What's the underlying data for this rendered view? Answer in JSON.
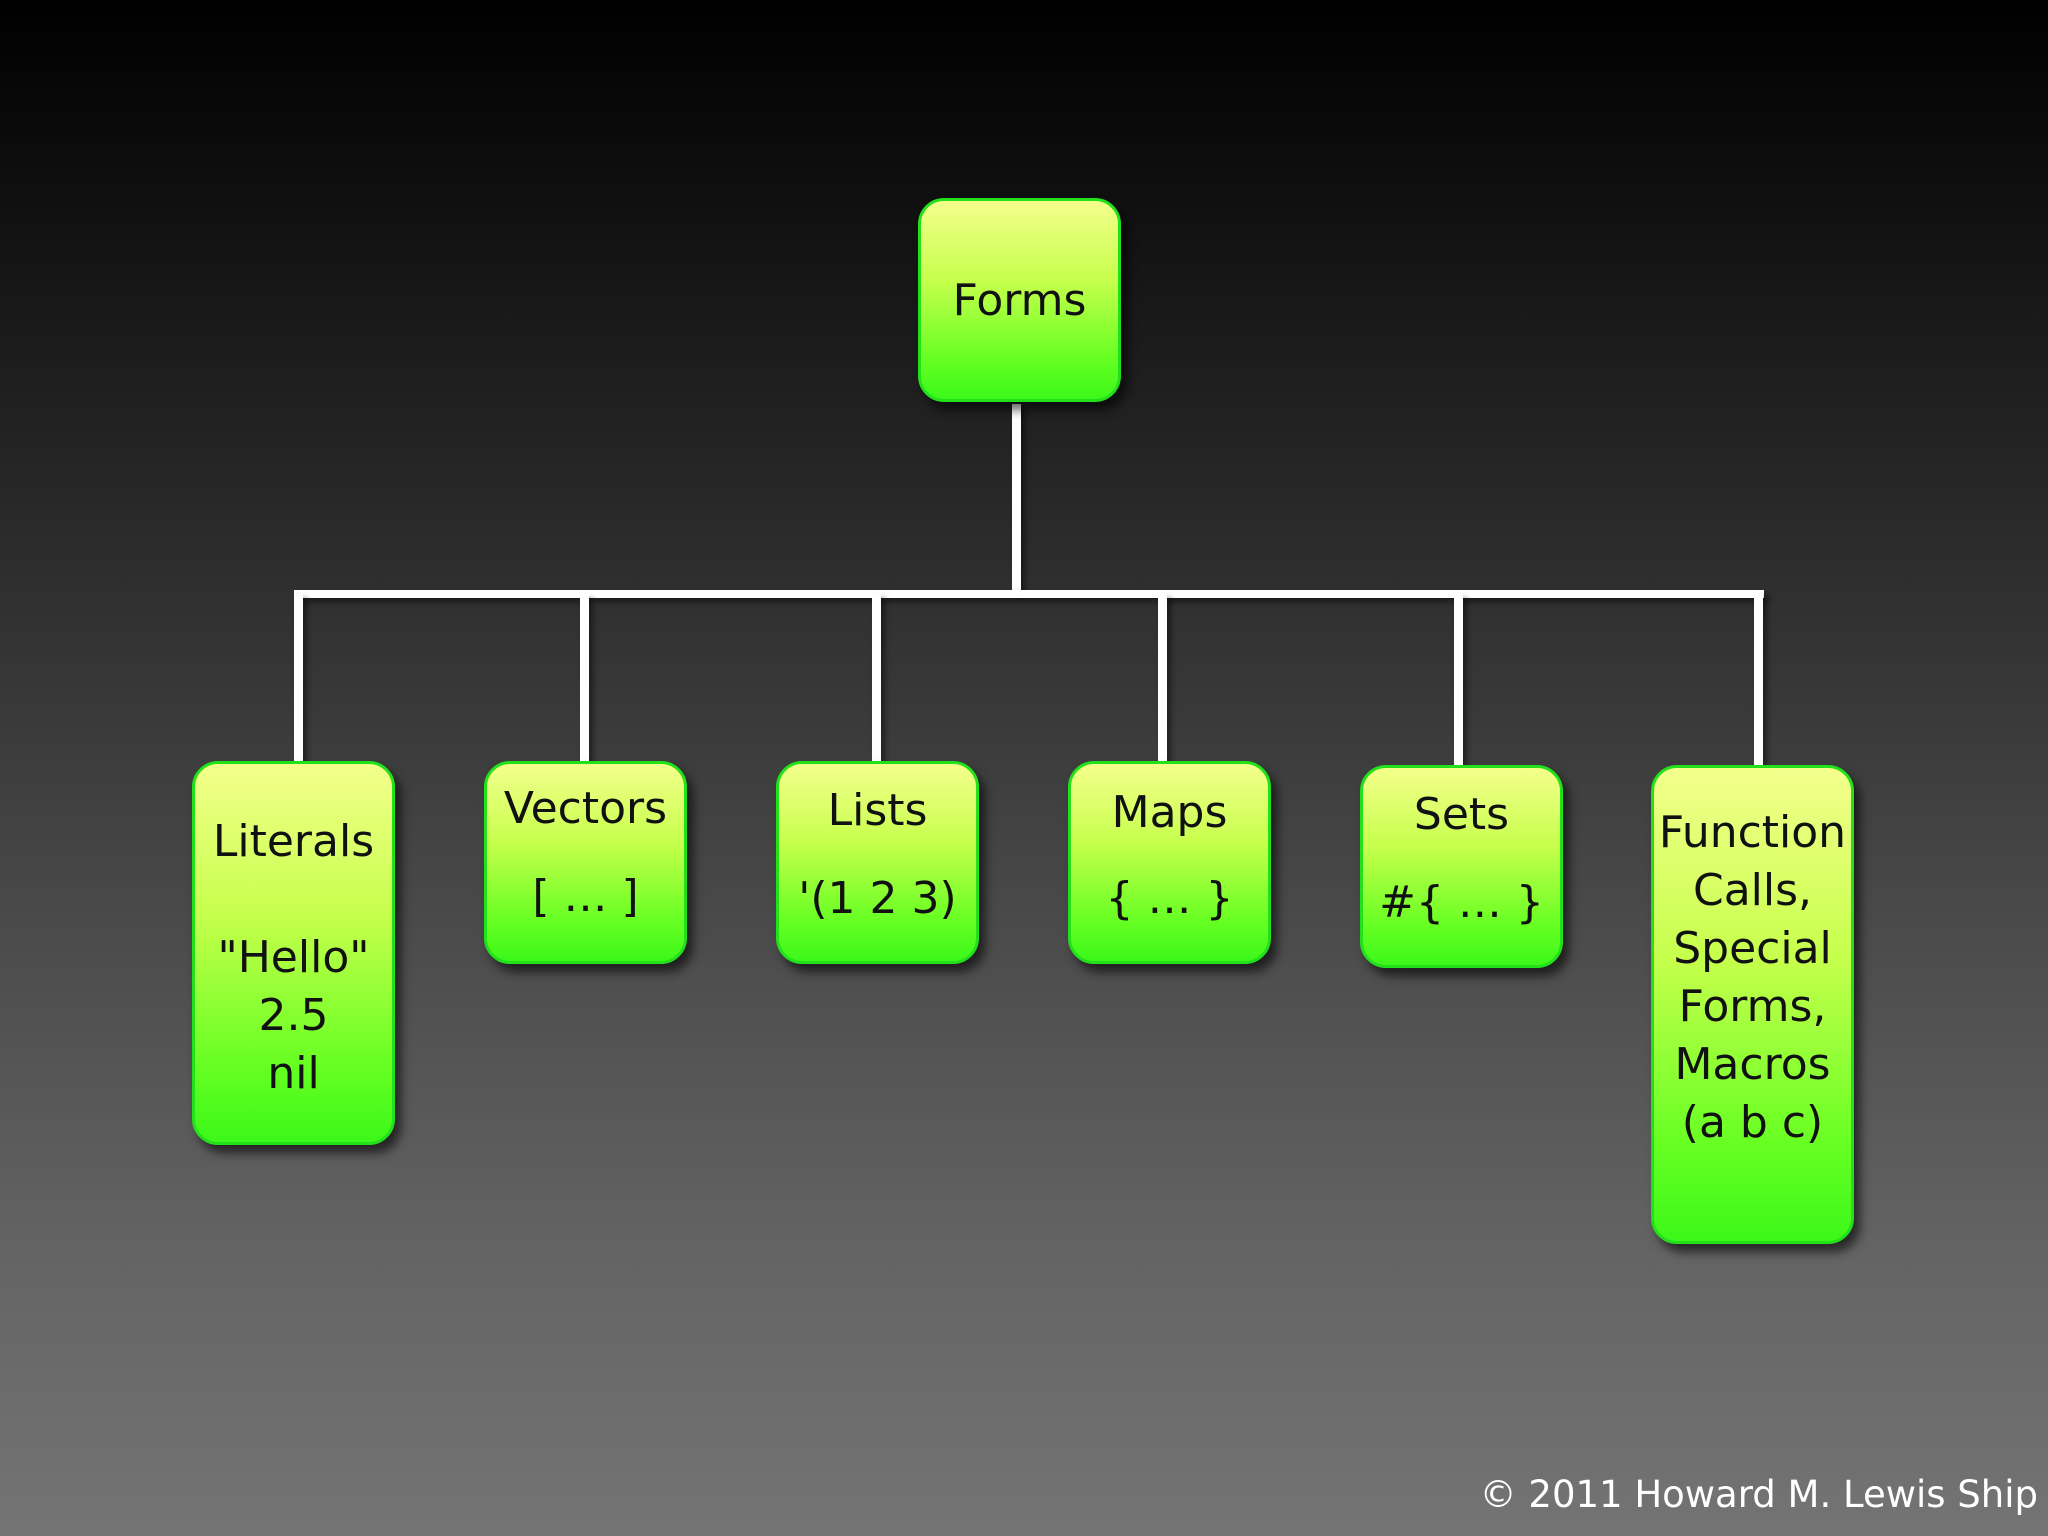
{
  "diagram": {
    "root": {
      "label": "Forms"
    },
    "children": [
      {
        "label": "Literals",
        "examples": [
          "\"Hello\"",
          "2.5",
          "nil"
        ]
      },
      {
        "label": "Vectors",
        "examples": [
          "[ … ]"
        ]
      },
      {
        "label": "Lists",
        "examples": [
          "'(1 2 3)"
        ]
      },
      {
        "label": "Maps",
        "examples": [
          "{ … }"
        ]
      },
      {
        "label": "Sets",
        "examples": [
          "#{ … }"
        ]
      },
      {
        "label_lines": [
          "Function",
          "Calls,",
          "Special",
          "Forms,",
          "Macros"
        ],
        "examples": [
          "(a b c)"
        ]
      }
    ]
  },
  "footer": {
    "copyright": "© 2011 Howard M. Lewis Ship"
  },
  "colors": {
    "node_border": "#22e01a",
    "node_top": "#f4ff8c",
    "node_bottom": "#3cf81a",
    "connector": "#ffffff"
  }
}
